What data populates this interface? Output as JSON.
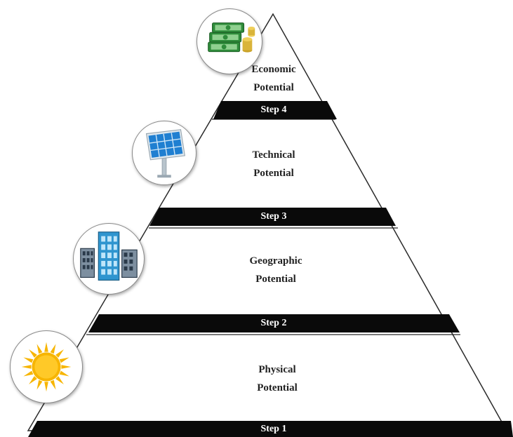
{
  "tiers": [
    {
      "line1": "Economic",
      "line2": "Potential",
      "step": "Step 4",
      "icon": "money-stack-icon"
    },
    {
      "line1": "Technical",
      "line2": "Potential",
      "step": "Step 3",
      "icon": "solar-panel-icon"
    },
    {
      "line1": "Geographic",
      "line2": "Potential",
      "step": "Step 2",
      "icon": "buildings-icon"
    },
    {
      "line1": "Physical",
      "line2": "Potential",
      "step": "Step 1",
      "icon": "sun-icon"
    }
  ],
  "colors": {
    "band": "#0a0a0a",
    "outline": "#2b2b2b",
    "sun": "#f7b500",
    "panel": "#1f7fd1",
    "building": "#2f95cf",
    "money": "#2e8b3a"
  }
}
